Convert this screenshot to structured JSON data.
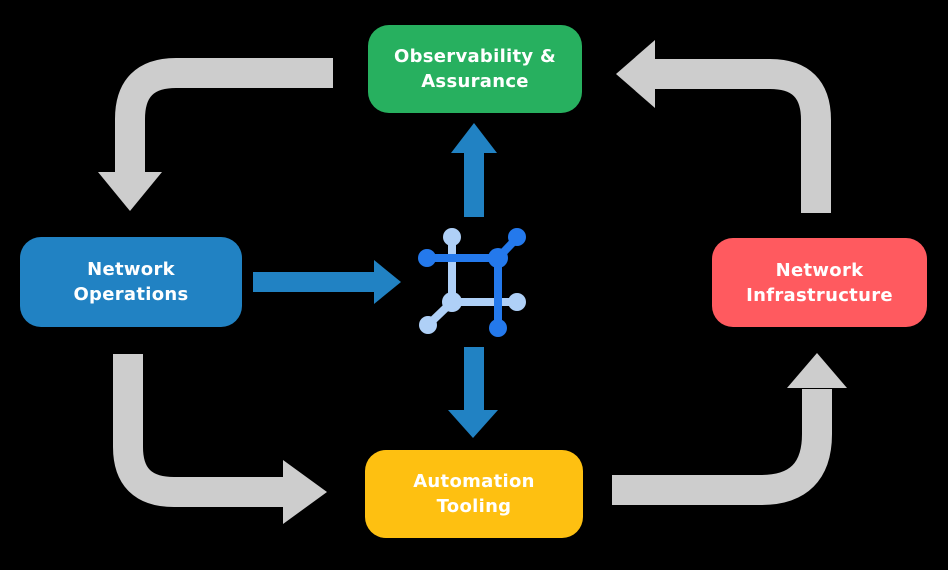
{
  "colors": {
    "background": "#000000",
    "observability_green": "#27B05F",
    "operations_blue": "#2182C3",
    "infrastructure_red": "#FF5A5F",
    "automation_yellow": "#FEC011",
    "flow_arrow_gray": "#CDCDCD",
    "data_arrow_blue": "#2182C3",
    "icon_dark_blue": "#2479EC",
    "icon_light_blue": "#AFD0F7",
    "label_text": "#FFFFFF"
  },
  "nodes": {
    "observability": {
      "label": "Observability &\nAssurance"
    },
    "operations": {
      "label": "Network\nOperations"
    },
    "infrastructure": {
      "label": "Network\nInfrastructure"
    },
    "automation": {
      "label": "Automation\nTooling"
    }
  },
  "center_icon": "network-fabric-icon",
  "edges": [
    {
      "from": "observability",
      "to": "operations",
      "style": "gray-elbow"
    },
    {
      "from": "operations",
      "to": "automation",
      "style": "gray-elbow"
    },
    {
      "from": "automation",
      "to": "infrastructure",
      "style": "gray-elbow"
    },
    {
      "from": "infrastructure",
      "to": "observability",
      "style": "gray-elbow"
    },
    {
      "from": "operations",
      "to": "center-icon",
      "style": "blue-straight"
    },
    {
      "from": "center-icon",
      "to": "observability",
      "style": "blue-straight"
    },
    {
      "from": "center-icon",
      "to": "automation",
      "style": "blue-straight"
    }
  ]
}
